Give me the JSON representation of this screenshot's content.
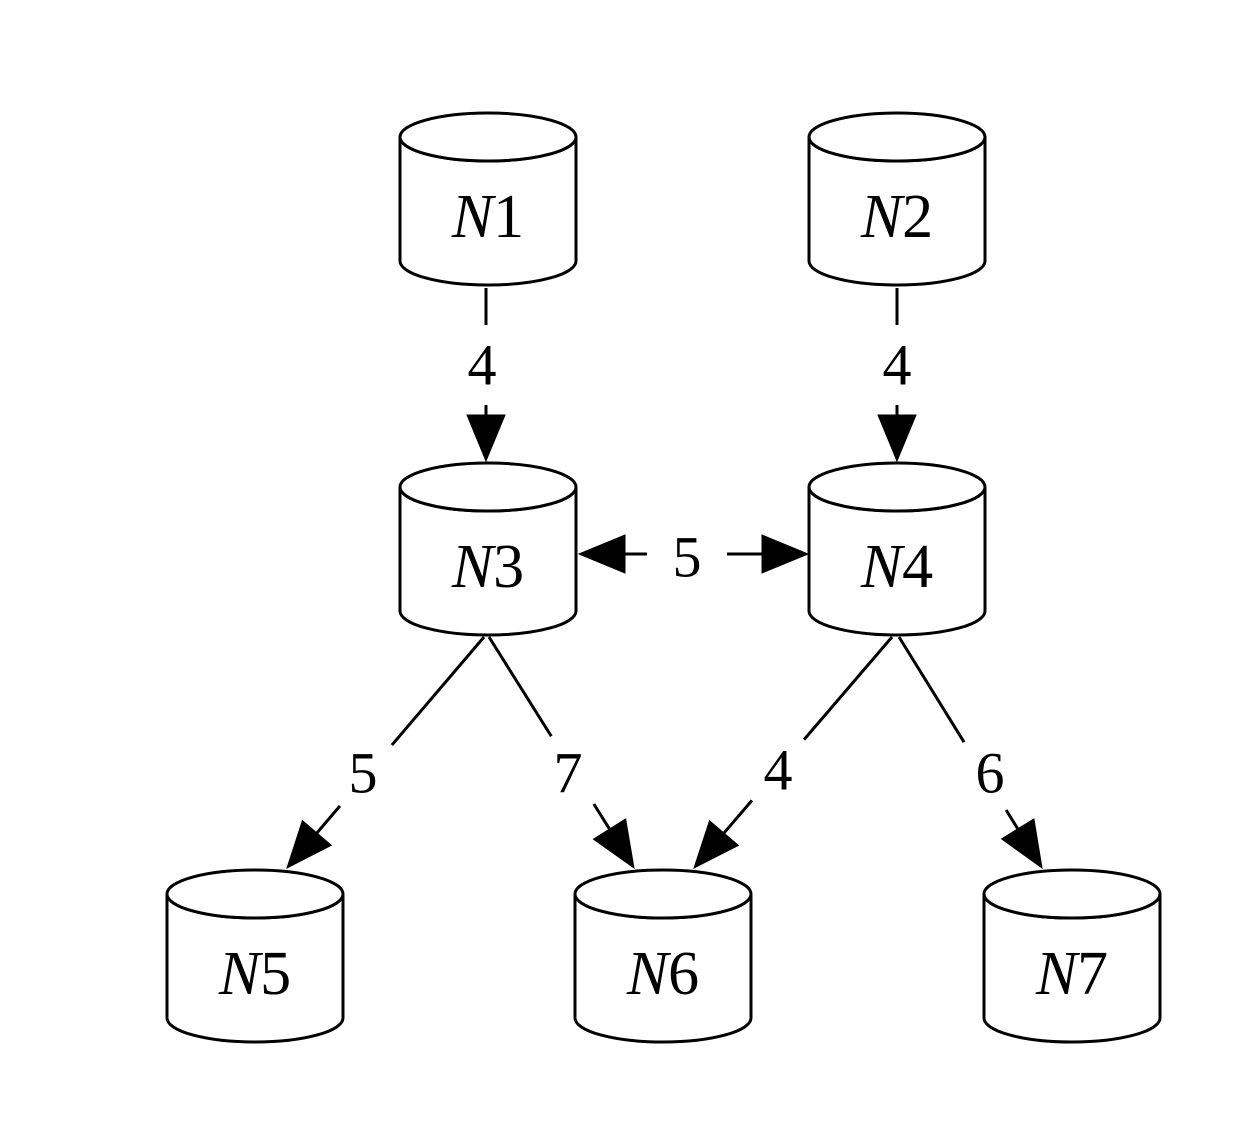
{
  "nodes": [
    {
      "id": "N1",
      "letter": "N",
      "number": "1"
    },
    {
      "id": "N2",
      "letter": "N",
      "number": "2"
    },
    {
      "id": "N3",
      "letter": "N",
      "number": "3"
    },
    {
      "id": "N4",
      "letter": "N",
      "number": "4"
    },
    {
      "id": "N5",
      "letter": "N",
      "number": "5"
    },
    {
      "id": "N6",
      "letter": "N",
      "number": "6"
    },
    {
      "id": "N7",
      "letter": "N",
      "number": "7"
    }
  ],
  "edges": [
    {
      "id": "e1",
      "from": "N1",
      "to": "N3",
      "label": "4",
      "bidirectional": false
    },
    {
      "id": "e2",
      "from": "N2",
      "to": "N4",
      "label": "4",
      "bidirectional": false
    },
    {
      "id": "e3",
      "from": "N3",
      "to": "N4",
      "label": "5",
      "bidirectional": true
    },
    {
      "id": "e4",
      "from": "N3",
      "to": "N5",
      "label": "5",
      "bidirectional": false
    },
    {
      "id": "e5",
      "from": "N3",
      "to": "N6",
      "label": "7",
      "bidirectional": false
    },
    {
      "id": "e6",
      "from": "N4",
      "to": "N6",
      "label": "4",
      "bidirectional": false
    },
    {
      "id": "e7",
      "from": "N4",
      "to": "N7",
      "label": "6",
      "bidirectional": false
    }
  ]
}
